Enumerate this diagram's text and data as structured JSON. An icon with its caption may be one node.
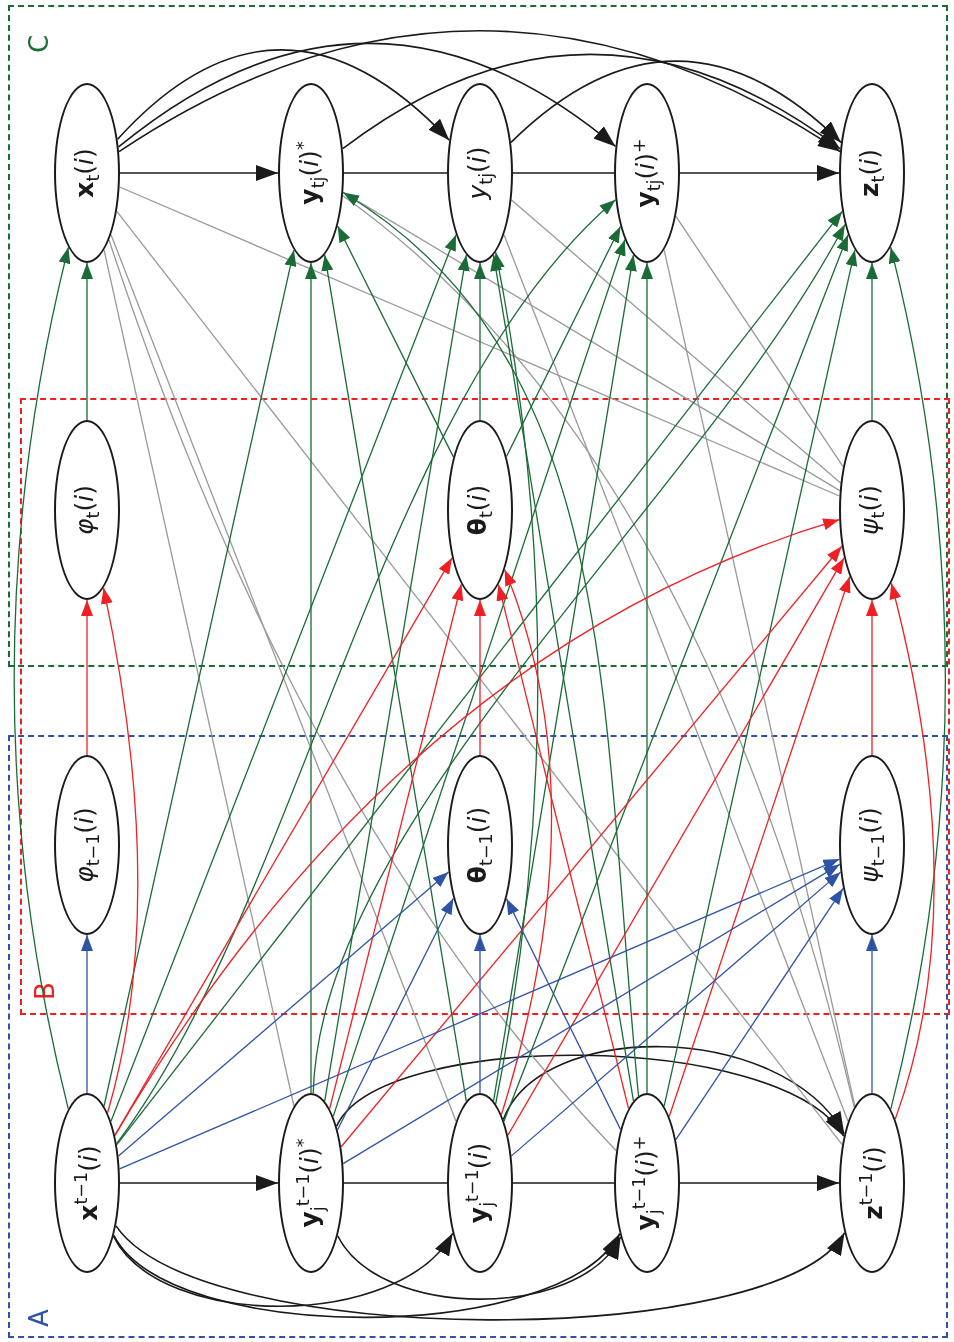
{
  "diagram": {
    "nodes": [
      {
        "text": [
          "**x**$_{t}$(*i*)"
        ]
      },
      {
        "text": [
          "**y**$_{tj}$(*i*)$^{*}$"
        ]
      },
      {
        "text": [
          "*y*$_{tj}$(*i*)"
        ]
      },
      {
        "text": [
          "**y**$_{tj}$(*i*)$^{+}$"
        ]
      },
      {
        "text": [
          "**z**$_{t}$(*i*)"
        ]
      },
      {
        "text": [
          "*φ*$_{t}$(*i*)"
        ]
      },
      {
        "text": [
          "**θ**$_{t}$(*i*)"
        ]
      },
      {
        "text": [
          "*ψ*$_{t}$(*i*)"
        ]
      },
      {
        "text": [
          "*φ*$_{t−1}$(*i*)"
        ]
      },
      {
        "text": [
          "**θ**$_{t−1}$(*i*)"
        ]
      },
      {
        "text": [
          "*ψ*$_{t−1}$(*i*)"
        ]
      },
      {
        "text": [
          "**x**$^{t−1}$(*i*)"
        ]
      },
      {
        "text": [
          "**y**$_{j}$$^{t−1}$(*i*)$^{*}$"
        ]
      },
      {
        "text": [
          "**y**$_{j}$$^{t−1}$(*i*)"
        ]
      },
      {
        "text": [
          "**y**$_{j}$$^{t−1}$(*i*)$^{+}$"
        ]
      },
      {
        "text": [
          "**z**$^{t−1}$(*i*)"
        ]
      }
    ],
    "edges": [
      {
        "from": 0,
        "to": 1,
        "arrow": "to",
        "color": "#1a1a1a"
      },
      {
        "from": 0,
        "to": 2,
        "arrow": "to",
        "color": "#1a1a1a"
      },
      {
        "from": 0,
        "to": 3,
        "arrow": "to",
        "color": "#1a1a1a"
      },
      {
        "from": 0,
        "to": 4,
        "arrow": "to",
        "color": "#1a1a1a"
      },
      {
        "from": 1,
        "to": 4,
        "arrow": "to",
        "color": "#1a1a1a"
      },
      {
        "from": 2,
        "to": 4,
        "arrow": "to",
        "color": "#1a1a1a"
      },
      {
        "from": 3,
        "to": 4,
        "arrow": "to",
        "color": "#1a1a1a"
      },
      {
        "from": 11,
        "to": 12,
        "arrow": "to",
        "color": "#1a1a1a"
      },
      {
        "from": 11,
        "to": 13,
        "arrow": "to",
        "color": "#1a1a1a"
      },
      {
        "from": 11,
        "to": 14,
        "arrow": "to",
        "color": "#1a1a1a"
      },
      {
        "from": 11,
        "to": 15,
        "arrow": "to",
        "color": "#1a1a1a"
      },
      {
        "from": 12,
        "to": 15,
        "arrow": "to",
        "color": "#1a1a1a"
      },
      {
        "from": 12,
        "to": 14,
        "arrow": "to",
        "color": "#1a1a1a"
      },
      {
        "from": 13,
        "to": 15,
        "arrow": "to",
        "color": "#1a1a1a"
      },
      {
        "from": 0,
        "to": 12,
        "arrow": "none",
        "color": "#999999"
      },
      {
        "from": 0,
        "to": 13,
        "arrow": "none",
        "color": "#999999"
      },
      {
        "from": 0,
        "to": 14,
        "arrow": "none",
        "color": "#999999"
      },
      {
        "from": 0,
        "to": 15,
        "arrow": "none",
        "color": "#999999"
      },
      {
        "from": 0,
        "to": 7,
        "arrow": "none",
        "color": "#999999"
      },
      {
        "from": 1,
        "to": 15,
        "arrow": "none",
        "color": "#999999"
      },
      {
        "from": 1,
        "to": 7,
        "arrow": "none",
        "color": "#999999"
      },
      {
        "from": 2,
        "to": 15,
        "arrow": "none",
        "color": "#999999"
      },
      {
        "from": 2,
        "to": 7,
        "arrow": "none",
        "color": "#999999"
      },
      {
        "from": 3,
        "to": 15,
        "arrow": "none",
        "color": "#999999"
      },
      {
        "from": 3,
        "to": 7,
        "arrow": "none",
        "color": "#999999"
      },
      {
        "from": 5,
        "to": 0,
        "arrow": "to"
      },
      {
        "from": 11,
        "to": 0,
        "arrow": "to"
      },
      {
        "from": 11,
        "to": 1,
        "arrow": "to"
      },
      {
        "from": 12,
        "to": 1,
        "arrow": "to"
      },
      {
        "from": 13,
        "to": 1,
        "arrow": "to"
      },
      {
        "from": 14,
        "to": 1,
        "arrow": "to"
      },
      {
        "from": 6,
        "to": 1,
        "arrow": "to"
      },
      {
        "from": 6,
        "to": 2,
        "arrow": "to"
      },
      {
        "from": 11,
        "to": 2,
        "arrow": "to"
      },
      {
        "from": 12,
        "to": 2,
        "arrow": "to"
      },
      {
        "from": 13,
        "to": 2,
        "arrow": "to"
      },
      {
        "from": 14,
        "to": 2,
        "arrow": "to"
      },
      {
        "from": 11,
        "to": 3,
        "arrow": "to"
      },
      {
        "from": 12,
        "to": 3,
        "arrow": "to"
      },
      {
        "from": 13,
        "to": 3,
        "arrow": "to"
      },
      {
        "from": 14,
        "to": 3,
        "arrow": "to"
      },
      {
        "from": 6,
        "to": 3,
        "arrow": "to"
      },
      {
        "from": 7,
        "to": 4,
        "arrow": "to"
      },
      {
        "from": 15,
        "to": 4,
        "arrow": "to"
      },
      {
        "from": 11,
        "to": 4,
        "arrow": "to"
      },
      {
        "from": 12,
        "to": 4,
        "arrow": "to"
      },
      {
        "from": 13,
        "to": 4,
        "arrow": "to"
      },
      {
        "from": 14,
        "to": 4,
        "arrow": "to"
      },
      {
        "from": 8,
        "to": 5,
        "arrow": "to",
        "color": "#ee2024"
      },
      {
        "from": 11,
        "to": 5,
        "arrow": "to",
        "color": "#ee2024"
      },
      {
        "from": 9,
        "to": 6,
        "arrow": "to",
        "color": "#ee2024"
      },
      {
        "from": 11,
        "to": 6,
        "arrow": "to",
        "color": "#ee2024"
      },
      {
        "from": 12,
        "to": 6,
        "arrow": "to",
        "color": "#ee2024"
      },
      {
        "from": 13,
        "to": 6,
        "arrow": "to",
        "color": "#ee2024"
      },
      {
        "from": 14,
        "to": 6,
        "arrow": "to",
        "color": "#ee2024"
      },
      {
        "from": 10,
        "to": 7,
        "arrow": "to",
        "color": "#ee2024"
      },
      {
        "from": 15,
        "to": 7,
        "arrow": "to",
        "color": "#ee2024"
      },
      {
        "from": 11,
        "to": 7,
        "arrow": "to",
        "color": "#ee2024"
      },
      {
        "from": 12,
        "to": 7,
        "arrow": "to",
        "color": "#ee2024"
      },
      {
        "from": 13,
        "to": 7,
        "arrow": "to",
        "color": "#ee2024"
      },
      {
        "from": 14,
        "to": 7,
        "arrow": "to",
        "color": "#ee2024"
      },
      {
        "from": 11,
        "to": 8,
        "arrow": "to",
        "color": "#2e53a6"
      },
      {
        "from": 13,
        "to": 9,
        "arrow": "to",
        "color": "#2e53a6"
      },
      {
        "from": 11,
        "to": 9,
        "arrow": "to",
        "color": "#2e53a6"
      },
      {
        "from": 12,
        "to": 9,
        "arrow": "to",
        "color": "#2e53a6"
      },
      {
        "from": 14,
        "to": 9,
        "arrow": "to",
        "color": "#2e53a6"
      },
      {
        "from": 15,
        "to": 10,
        "arrow": "to",
        "color": "#2e53a6"
      },
      {
        "from": 11,
        "to": 10,
        "arrow": "to",
        "color": "#2e53a6"
      },
      {
        "from": 12,
        "to": 10,
        "arrow": "to",
        "color": "#2e53a6"
      },
      {
        "from": 13,
        "to": 10,
        "arrow": "to",
        "color": "#2e53a6"
      },
      {
        "from": 14,
        "to": 10,
        "arrow": "to",
        "color": "#2e53a6"
      },
      {
        "from": 1,
        "to": 2,
        "arrow": "none",
        "color": "#1a1a1a"
      },
      {
        "from": 2,
        "to": 3,
        "arrow": "none",
        "color": "#1a1a1a"
      },
      {
        "from": 12,
        "to": 13,
        "arrow": "none",
        "color": "#1a1a1a"
      },
      {
        "from": 13,
        "to": 14,
        "arrow": "none",
        "color": "#1a1a1a"
      },
      {
        "from": 14,
        "to": 15,
        "arrow": "to",
        "color": "#1a1a1a"
      }
    ],
    "labels": [
      "C",
      "B",
      "A"
    ]
  }
}
